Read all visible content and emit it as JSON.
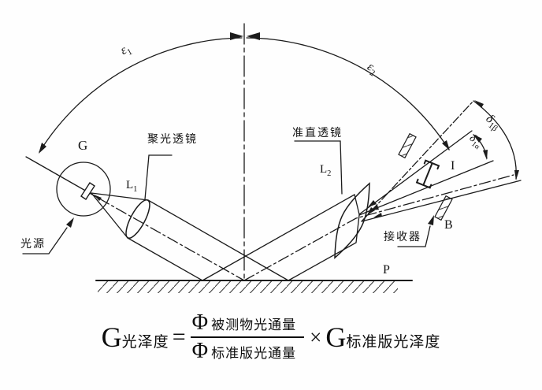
{
  "diagram": {
    "title_hint": "gloss measurement optics schematic",
    "ink_color": "#1b1b1b",
    "labels": {
      "eps1": {
        "base": "ε",
        "sub": "1"
      },
      "eps2": {
        "base": "ε",
        "sub": "2"
      },
      "delta_beta": {
        "base": "δ",
        "sub": "1β"
      },
      "delta_alpha": {
        "base": "δ",
        "sub": "1α"
      },
      "source_letter": "G",
      "lens1": {
        "base": "L",
        "sub": "1"
      },
      "lens2": {
        "base": "L",
        "sub": "2"
      },
      "condenser_lens": "聚光透镜",
      "collimating_lens": "准直透镜",
      "light_source": "光源",
      "receiver": "接收器",
      "receiver_letter": "B",
      "image_letter": "I",
      "surface_letter": "P"
    }
  },
  "formula": {
    "lhs_base": "G",
    "lhs_sub": "光泽度",
    "equals": "=",
    "num_base": "Φ",
    "num_sub": "被测物光通量",
    "den_base": "Φ",
    "den_sub": "标准版光通量",
    "times": "×",
    "rhs_base": "G",
    "rhs_sub": "标准版光泽度"
  }
}
